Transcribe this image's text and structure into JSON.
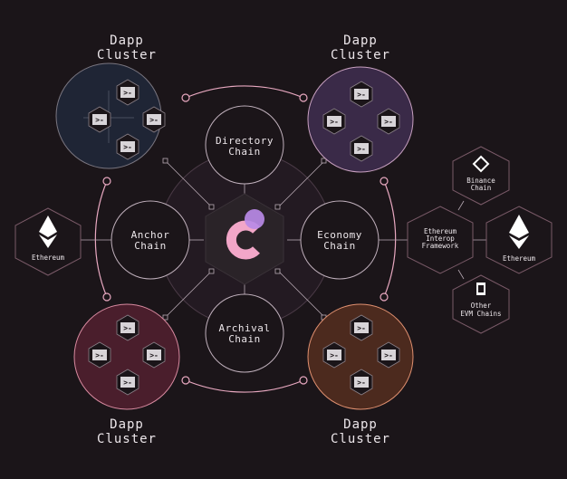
{
  "diagram": {
    "center_logo": "C",
    "chains": {
      "directory": [
        "Directory",
        "Chain"
      ],
      "anchor": [
        "Anchor",
        "Chain"
      ],
      "economy": [
        "Economy",
        "Chain"
      ],
      "archival": [
        "Archival",
        "Chain"
      ]
    },
    "clusters": {
      "top_left": [
        "Dapp",
        "Cluster"
      ],
      "top_right": [
        "Dapp",
        "Cluster"
      ],
      "bottom_left": [
        "Dapp",
        "Cluster"
      ],
      "bottom_right": [
        "Dapp",
        "Cluster"
      ]
    },
    "cluster_colors": {
      "top_left": {
        "fill": "#1f2535",
        "stroke": "#7a7680"
      },
      "top_right": {
        "fill": "#3a2a48",
        "stroke": "#c8a0c0"
      },
      "bottom_left": {
        "fill": "#4a1e2c",
        "stroke": "#d88aa0"
      },
      "bottom_right": {
        "fill": "#4c2a1e",
        "stroke": "#e09070"
      }
    },
    "dapp_icon": "terminal-icon",
    "external": {
      "ethereum_left": "Ethereum",
      "interop": [
        "Ethereum",
        "Interop",
        "Framework"
      ],
      "binance": [
        "Binance",
        "Chain"
      ],
      "ethereum_right": "Ethereum",
      "other_evm": [
        "Other",
        "EVM Chains"
      ]
    },
    "colors": {
      "accent_pink": "#f2a6c8",
      "accent_purple": "#b98ae6",
      "ring": "#e8a8c0"
    }
  }
}
